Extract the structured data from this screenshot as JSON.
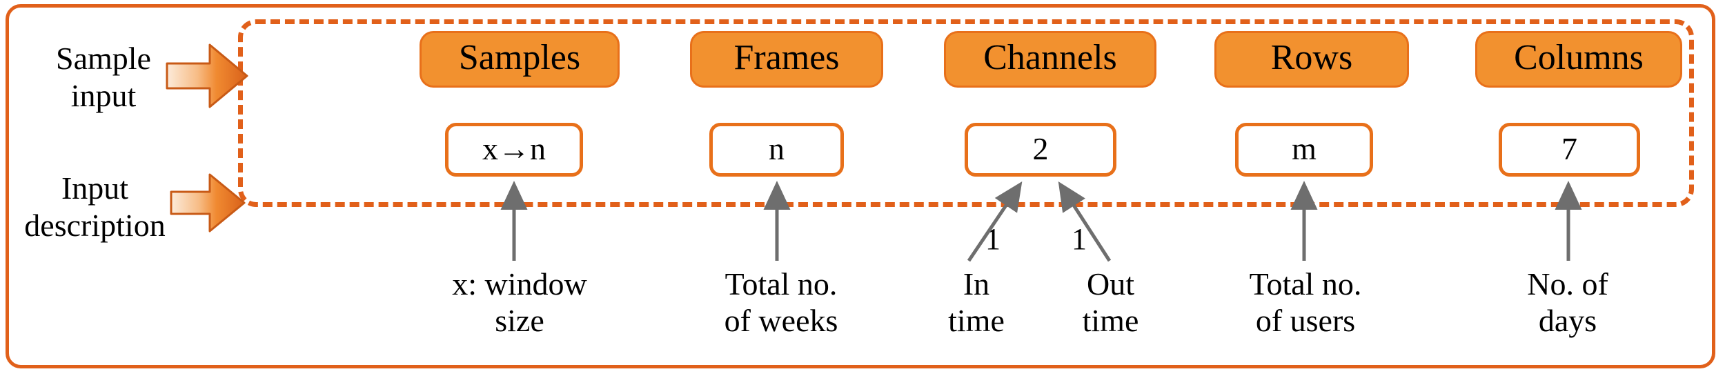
{
  "figure": {
    "rows": [
      {
        "key": "sample_input",
        "label": "Sample\ninput",
        "arrow_icon": "block-arrow-right-icon"
      },
      {
        "key": "input_description",
        "label": "Input\ndescription",
        "arrow_icon": "block-arrow-right-icon"
      }
    ],
    "columns": [
      {
        "name": "Samples",
        "value": "x→n",
        "description": "x: window\nsize"
      },
      {
        "name": "Frames",
        "value": "n",
        "description": "Total no.\nof weeks"
      },
      {
        "name": "Channels",
        "value": "2",
        "description": null
      },
      {
        "name": "Rows",
        "value": "m",
        "description": "Total no.\nof users"
      },
      {
        "name": "Columns",
        "value": "7",
        "description": "No. of\ndays"
      }
    ],
    "channel_breakdown": [
      {
        "count": "1",
        "description": "In\ntime"
      },
      {
        "count": "1",
        "description": "Out\ntime"
      }
    ],
    "colors": {
      "frame_border": "#E1601A",
      "dashed_border": "#E1601A",
      "header_fill": "#F2912F",
      "header_border": "#E8701A",
      "value_border": "#E8701A",
      "value_fill": "#FFFFFF",
      "connector": "#6E6E6E",
      "text": "#000000",
      "arrow_light": "#FDE3CB",
      "arrow_dark": "#D9611A"
    }
  }
}
